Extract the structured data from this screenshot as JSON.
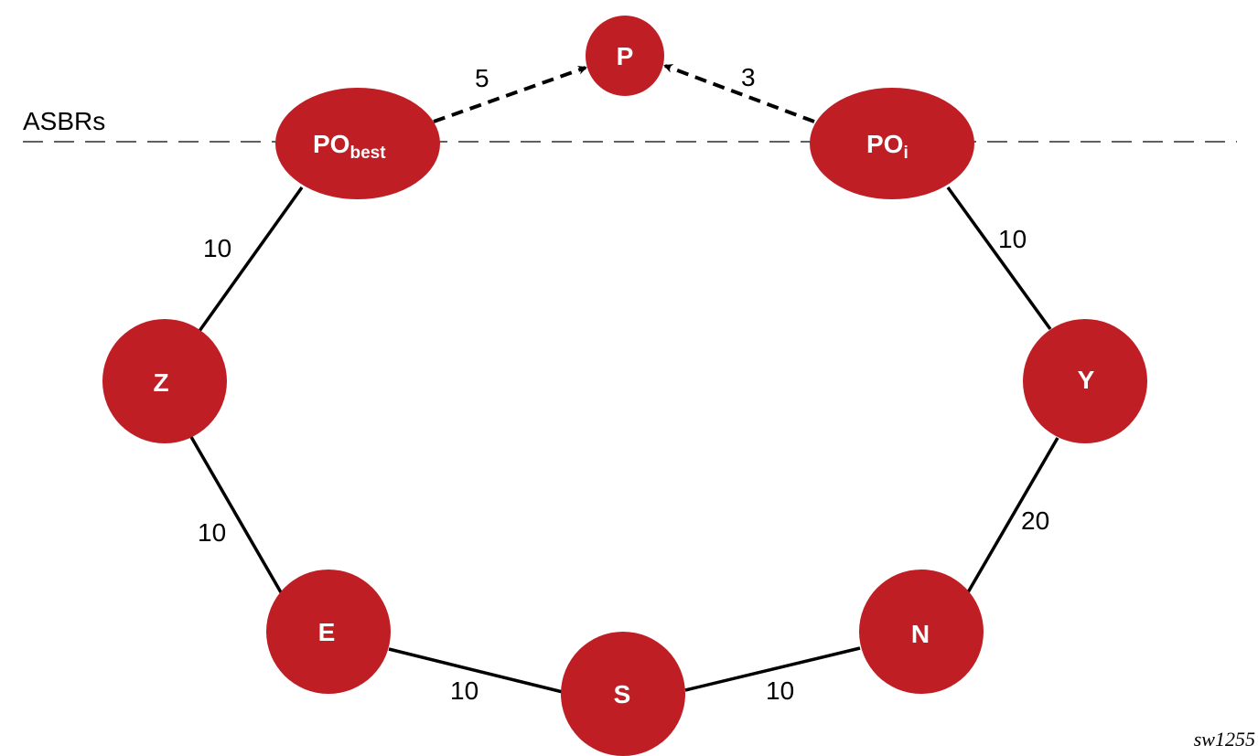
{
  "colors": {
    "node": "#BE1E24",
    "line": "#000000"
  },
  "boundary_label": "ASBRs",
  "figure_id": "sw1255",
  "nodes": {
    "P": {
      "label": "P"
    },
    "PObest": {
      "label": "PO",
      "sub": "best"
    },
    "POi": {
      "label": "PO",
      "sub": "i"
    },
    "Z": {
      "label": "Z"
    },
    "Y": {
      "label": "Y"
    },
    "E": {
      "label": "E"
    },
    "S": {
      "label": "S"
    },
    "N": {
      "label": "N"
    }
  },
  "edges": {
    "pobest_p": {
      "from": "PObest",
      "to": "P",
      "cost": "5",
      "style": "dashed-arrow"
    },
    "poi_p": {
      "from": "POi",
      "to": "P",
      "cost": "3",
      "style": "dashed-arrow"
    },
    "pobest_z": {
      "from": "PObest",
      "to": "Z",
      "cost": "10"
    },
    "z_e": {
      "from": "Z",
      "to": "E",
      "cost": "10"
    },
    "e_s": {
      "from": "E",
      "to": "S",
      "cost": "10"
    },
    "s_n": {
      "from": "S",
      "to": "N",
      "cost": "10"
    },
    "n_y": {
      "from": "N",
      "to": "Y",
      "cost": "20"
    },
    "y_poi": {
      "from": "Y",
      "to": "POi",
      "cost": "10"
    }
  }
}
